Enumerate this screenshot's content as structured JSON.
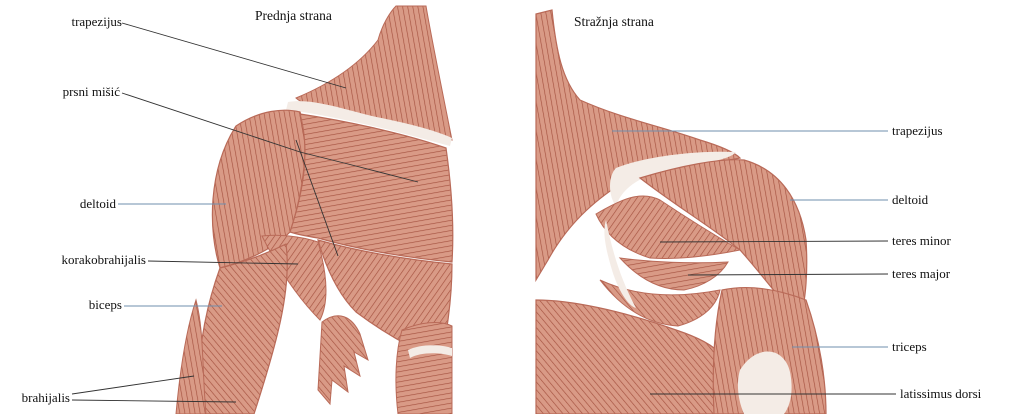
{
  "front": {
    "title": "Prednja strana",
    "labels": {
      "trapezijus": "trapezijus",
      "prsni_misic": "prsni mišić",
      "deltoid": "deltoid",
      "korakobrahijalis": "korakobrahijalis",
      "biceps": "biceps",
      "brahijalis": "brahijalis"
    }
  },
  "back": {
    "title": "Stražnja strana",
    "labels": {
      "trapezijus": "trapezijus",
      "deltoid": "deltoid",
      "teres_minor": "teres minor",
      "teres_major": "teres major",
      "triceps": "triceps",
      "latissimus_dorsi": "latissimus dorsi"
    }
  },
  "colors": {
    "muscle": "#d99a86",
    "muscle_dark": "#b96a58",
    "fiber": "#a4513f",
    "tendon": "#f4ece6",
    "leader_line": "#333333",
    "leader_line_blue": "#6f8fae"
  }
}
